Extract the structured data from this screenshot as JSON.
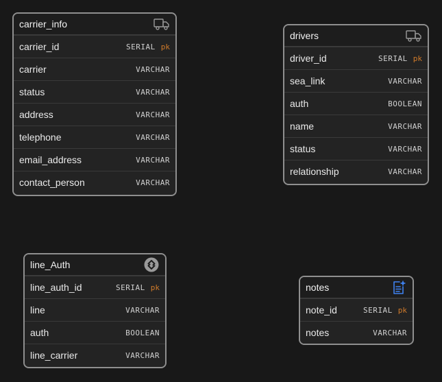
{
  "colors": {
    "background": "#181818",
    "card": "#232323",
    "border": "#8f8f8f",
    "pk": "#d07a2a",
    "notes_icon": "#3f82f0"
  },
  "tables": [
    {
      "name": "carrier_info",
      "icon": "truck-icon",
      "columns": [
        {
          "name": "carrier_id",
          "type": "SERIAL",
          "key": "pk"
        },
        {
          "name": "carrier",
          "type": "VARCHAR",
          "key": ""
        },
        {
          "name": "status",
          "type": "VARCHAR",
          "key": ""
        },
        {
          "name": "address",
          "type": "VARCHAR",
          "key": ""
        },
        {
          "name": "telephone",
          "type": "VARCHAR",
          "key": ""
        },
        {
          "name": "email_address",
          "type": "VARCHAR",
          "key": ""
        },
        {
          "name": "contact_person",
          "type": "VARCHAR",
          "key": ""
        }
      ]
    },
    {
      "name": "drivers",
      "icon": "truck-icon",
      "columns": [
        {
          "name": "driver_id",
          "type": "SERIAL",
          "key": "pk"
        },
        {
          "name": "sea_link",
          "type": "VARCHAR",
          "key": ""
        },
        {
          "name": "auth",
          "type": "BOOLEAN",
          "key": ""
        },
        {
          "name": "name",
          "type": "VARCHAR",
          "key": ""
        },
        {
          "name": "status",
          "type": "VARCHAR",
          "key": ""
        },
        {
          "name": "relationship",
          "type": "VARCHAR",
          "key": ""
        }
      ]
    },
    {
      "name": "line_Auth",
      "icon": "auth-badge-icon",
      "columns": [
        {
          "name": "line_auth_id",
          "type": "SERIAL",
          "key": "pk"
        },
        {
          "name": "line",
          "type": "VARCHAR",
          "key": ""
        },
        {
          "name": "auth",
          "type": "BOOLEAN",
          "key": ""
        },
        {
          "name": "line_carrier",
          "type": "VARCHAR",
          "key": ""
        }
      ]
    },
    {
      "name": "notes",
      "icon": "notes-sparkle-icon",
      "columns": [
        {
          "name": "note_id",
          "type": "SERIAL",
          "key": "pk"
        },
        {
          "name": "notes",
          "type": "VARCHAR",
          "key": ""
        }
      ]
    }
  ]
}
